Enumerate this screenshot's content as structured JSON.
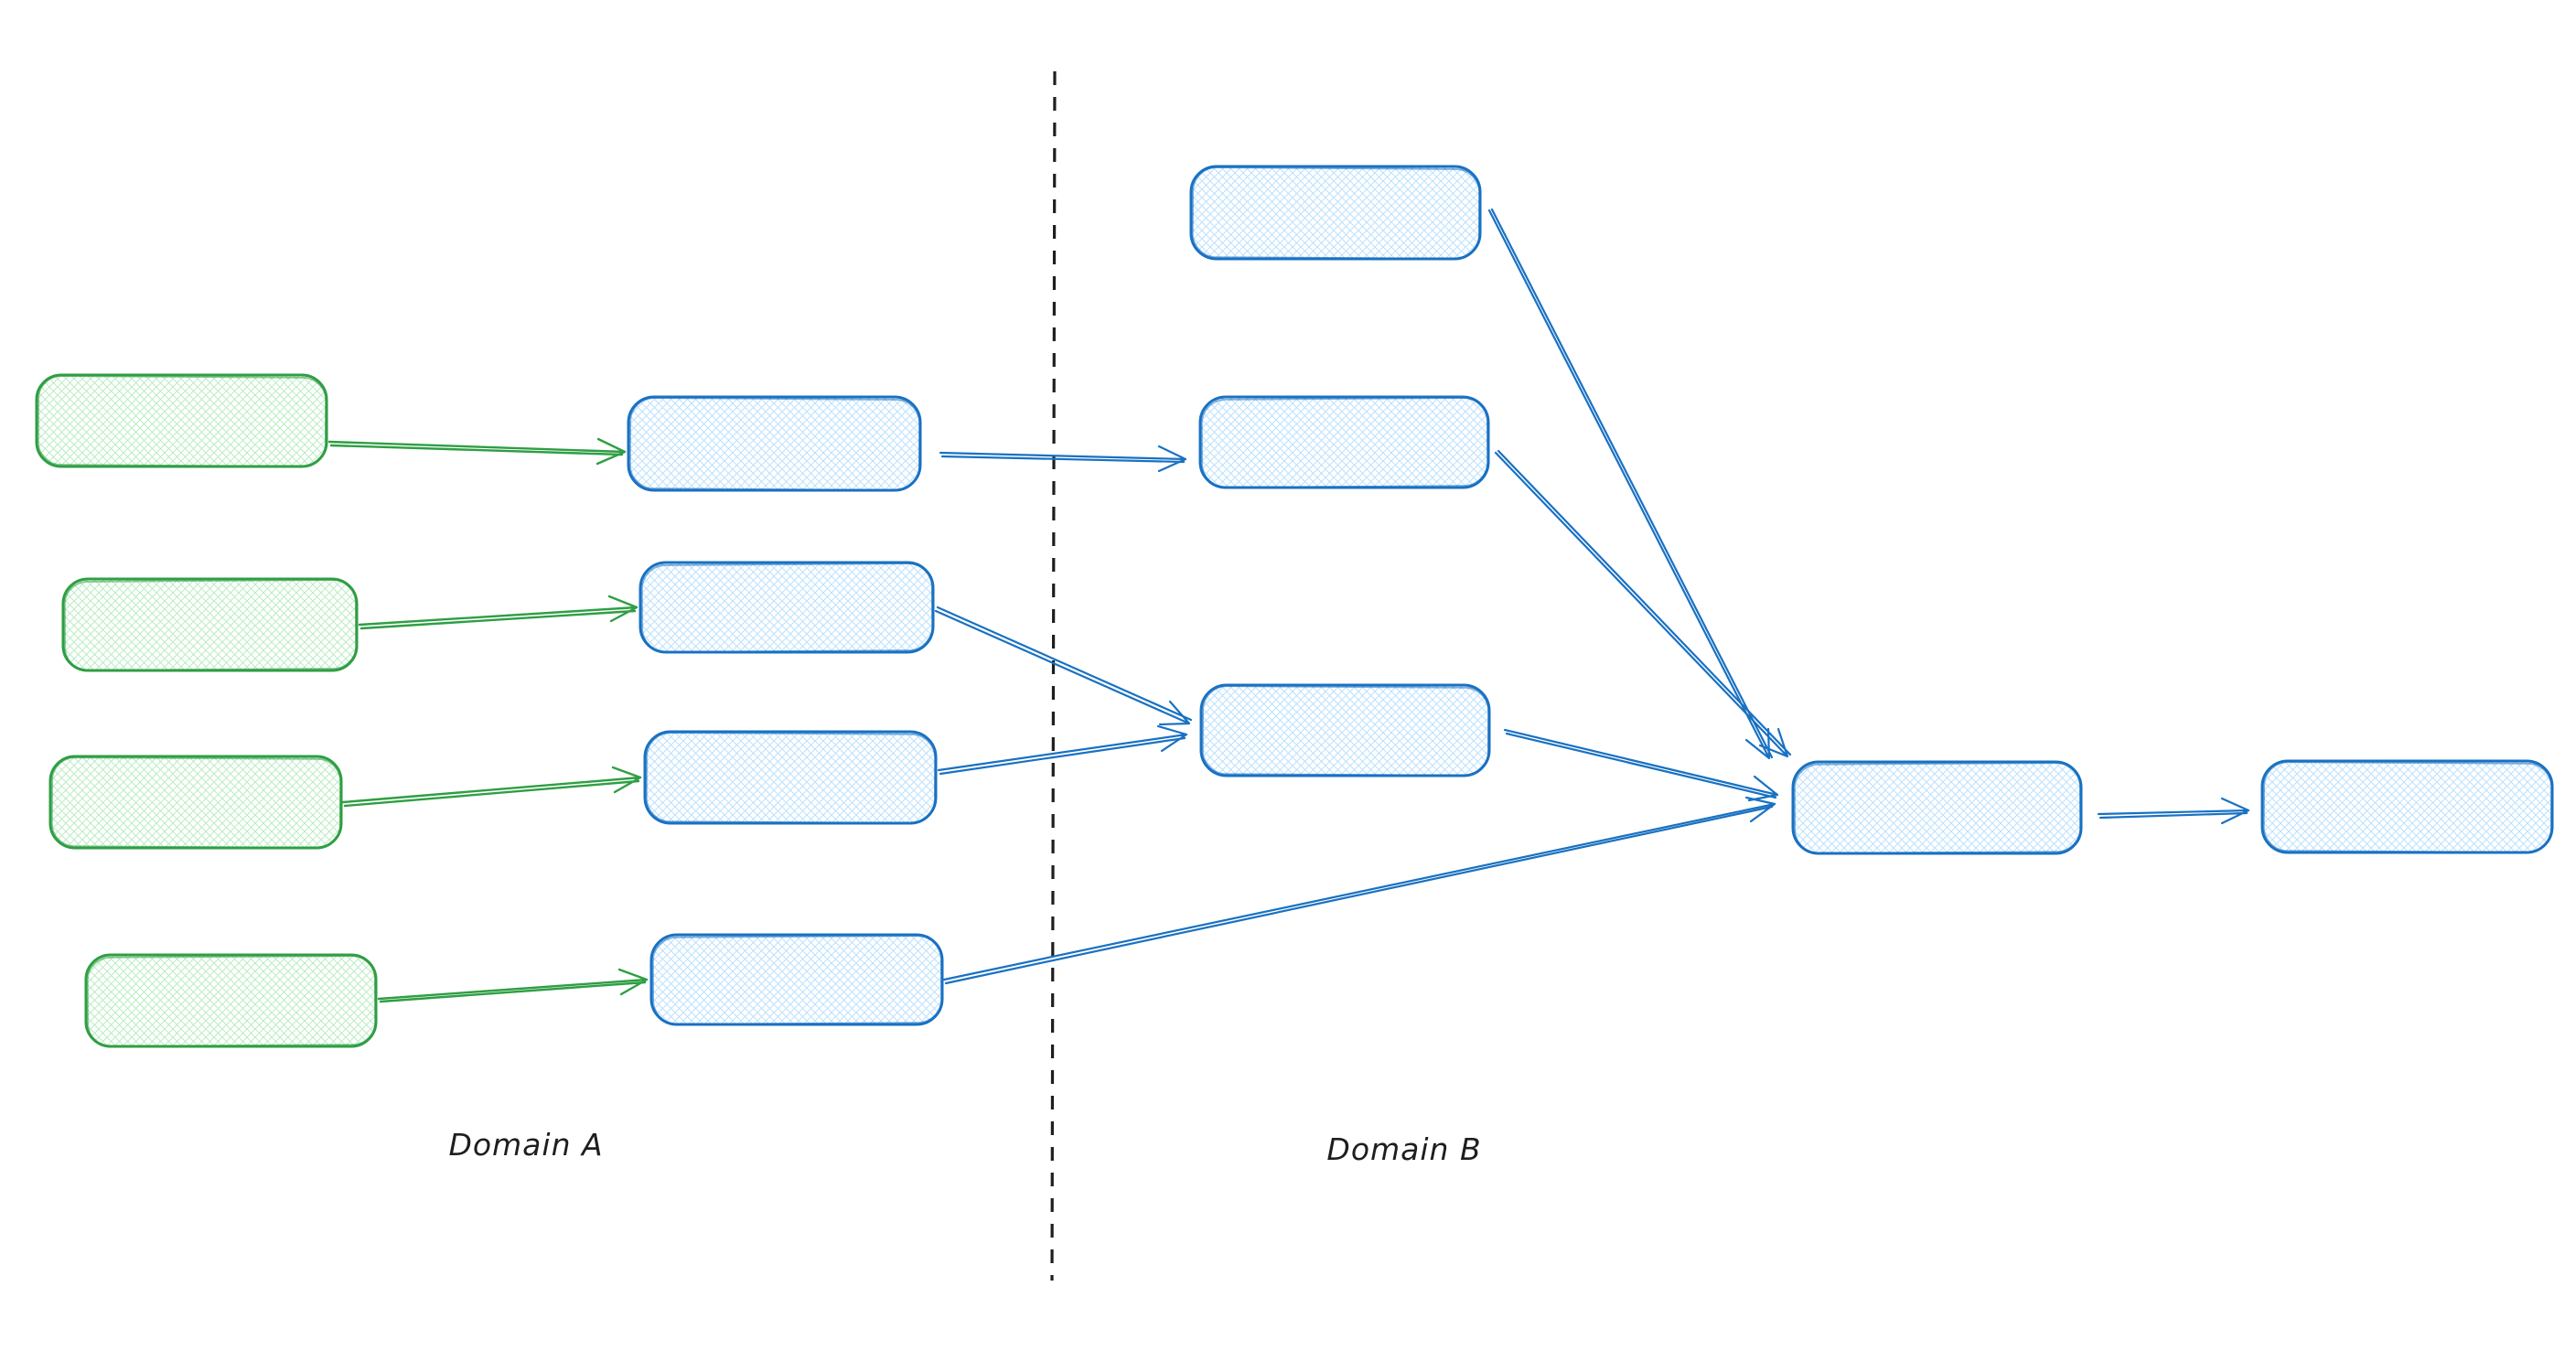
{
  "diagram": {
    "labels": {
      "domain_a": "Domain A",
      "domain_b": "Domain B"
    },
    "colors": {
      "green_stroke": "#2f9e44",
      "green_fill_hatch": "#96e3a4",
      "blue_stroke": "#1971c2",
      "blue_fill_hatch": "#a5d8ff",
      "divider": "#1e1e1e",
      "label_text": "#1e1e1e",
      "background": "#ffffff"
    },
    "nodes": [
      {
        "id": "green-source-1",
        "domain": "Domain A",
        "color": "green",
        "shape": "rounded-rectangle",
        "text": ""
      },
      {
        "id": "green-source-2",
        "domain": "Domain A",
        "color": "green",
        "shape": "rounded-rectangle",
        "text": ""
      },
      {
        "id": "green-source-3",
        "domain": "Domain A",
        "color": "green",
        "shape": "rounded-rectangle",
        "text": ""
      },
      {
        "id": "green-source-4",
        "domain": "Domain A",
        "color": "green",
        "shape": "rounded-rectangle",
        "text": ""
      },
      {
        "id": "blue-a-1",
        "domain": "Domain A",
        "color": "blue",
        "shape": "rounded-rectangle",
        "text": ""
      },
      {
        "id": "blue-a-2",
        "domain": "Domain A",
        "color": "blue",
        "shape": "rounded-rectangle",
        "text": ""
      },
      {
        "id": "blue-a-3",
        "domain": "Domain A",
        "color": "blue",
        "shape": "rounded-rectangle",
        "text": ""
      },
      {
        "id": "blue-a-4",
        "domain": "Domain A",
        "color": "blue",
        "shape": "rounded-rectangle",
        "text": ""
      },
      {
        "id": "blue-b-top",
        "domain": "Domain B",
        "color": "blue",
        "shape": "rounded-rectangle",
        "text": ""
      },
      {
        "id": "blue-b-mid",
        "domain": "Domain B",
        "color": "blue",
        "shape": "rounded-rectangle",
        "text": ""
      },
      {
        "id": "blue-b-lower",
        "domain": "Domain B",
        "color": "blue",
        "shape": "rounded-rectangle",
        "text": ""
      },
      {
        "id": "blue-b-hub",
        "domain": "Domain B",
        "color": "blue",
        "shape": "rounded-rectangle",
        "text": ""
      },
      {
        "id": "blue-b-output",
        "domain": "Domain B",
        "color": "blue",
        "shape": "rounded-rectangle",
        "text": ""
      }
    ],
    "edges": [
      {
        "from": "green-source-1",
        "to": "blue-a-1",
        "color": "green"
      },
      {
        "from": "green-source-2",
        "to": "blue-a-2",
        "color": "green"
      },
      {
        "from": "green-source-3",
        "to": "blue-a-3",
        "color": "green"
      },
      {
        "from": "green-source-4",
        "to": "blue-a-4",
        "color": "green"
      },
      {
        "from": "blue-a-1",
        "to": "blue-b-mid",
        "color": "blue"
      },
      {
        "from": "blue-a-2",
        "to": "blue-b-lower",
        "color": "blue"
      },
      {
        "from": "blue-a-3",
        "to": "blue-b-lower",
        "color": "blue"
      },
      {
        "from": "blue-a-4",
        "to": "blue-b-hub",
        "color": "blue"
      },
      {
        "from": "blue-b-top",
        "to": "blue-b-hub",
        "color": "blue"
      },
      {
        "from": "blue-b-mid",
        "to": "blue-b-hub",
        "color": "blue"
      },
      {
        "from": "blue-b-lower",
        "to": "blue-b-hub",
        "color": "blue"
      },
      {
        "from": "blue-b-hub",
        "to": "blue-b-output",
        "color": "blue"
      }
    ]
  }
}
